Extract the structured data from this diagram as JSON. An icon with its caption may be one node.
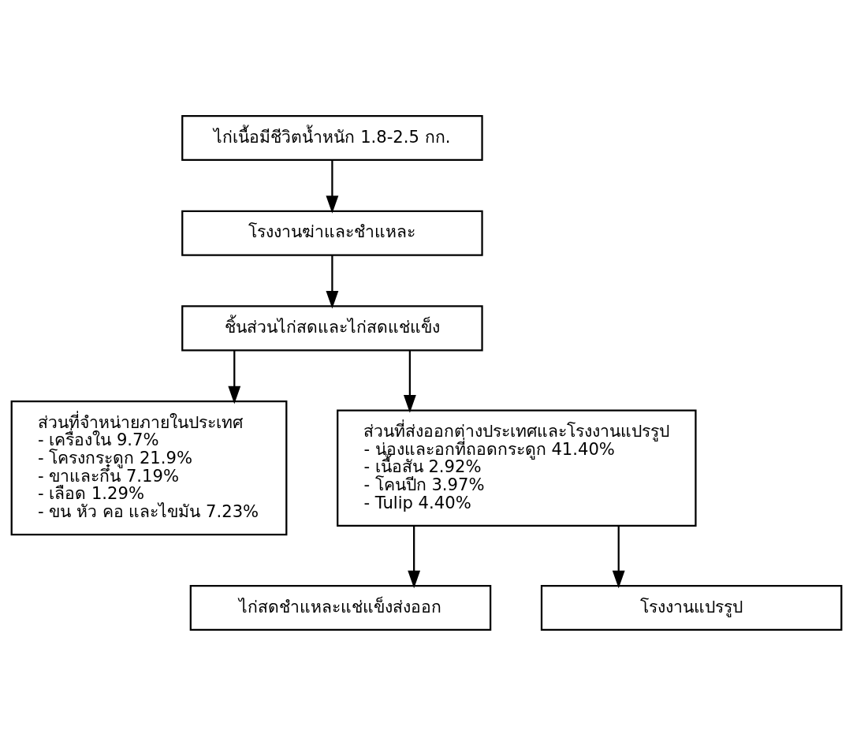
{
  "diagram": {
    "nodes": [
      {
        "text": [
          "ไก่เนื้อมีชีวิตน้ำหนัก 1.8-2.5 กก."
        ]
      },
      {
        "text": [
          "โรงงานฆ่าและชำแหละ"
        ]
      },
      {
        "text": [
          "ชิ้นส่วนไก่สดและไก่สดแช่แข็ง"
        ]
      },
      {
        "text": [
          "ส่วนที่จำหน่ายภายในประเทศ",
          "- เครื่องใน 9.7%",
          "- โครงกระดูก 21.9%",
          "- ขาและกึ๋น 7.19%",
          "- เลือด 1.29%",
          "- ขน หัว คอ และไขมัน 7.23%"
        ]
      },
      {
        "text": [
          "ส่วนที่ส่งออกต่างประเทศและโรงงานแปรรูป",
          "- น่องและอกที่ถอดกระดูก 41.40%",
          "- เนื้อสัน 2.92%",
          "- โคนปีก 3.97%",
          "- Tulip 4.40%"
        ]
      },
      {
        "text": [
          "ไก่สดชำแหละแช่แข็งส่งออก"
        ]
      },
      {
        "text": [
          "โรงงานแปรรูป"
        ]
      }
    ],
    "edges": [
      {
        "from": 0,
        "to": 1,
        "arrow": "to"
      },
      {
        "from": 1,
        "to": 2,
        "arrow": "to"
      },
      {
        "from": 2,
        "to": 3,
        "arrow": "to"
      },
      {
        "from": 2,
        "to": 4,
        "arrow": "to"
      },
      {
        "from": 4,
        "to": 5,
        "arrow": "to"
      },
      {
        "from": 4,
        "to": 6,
        "arrow": "to"
      }
    ]
  }
}
